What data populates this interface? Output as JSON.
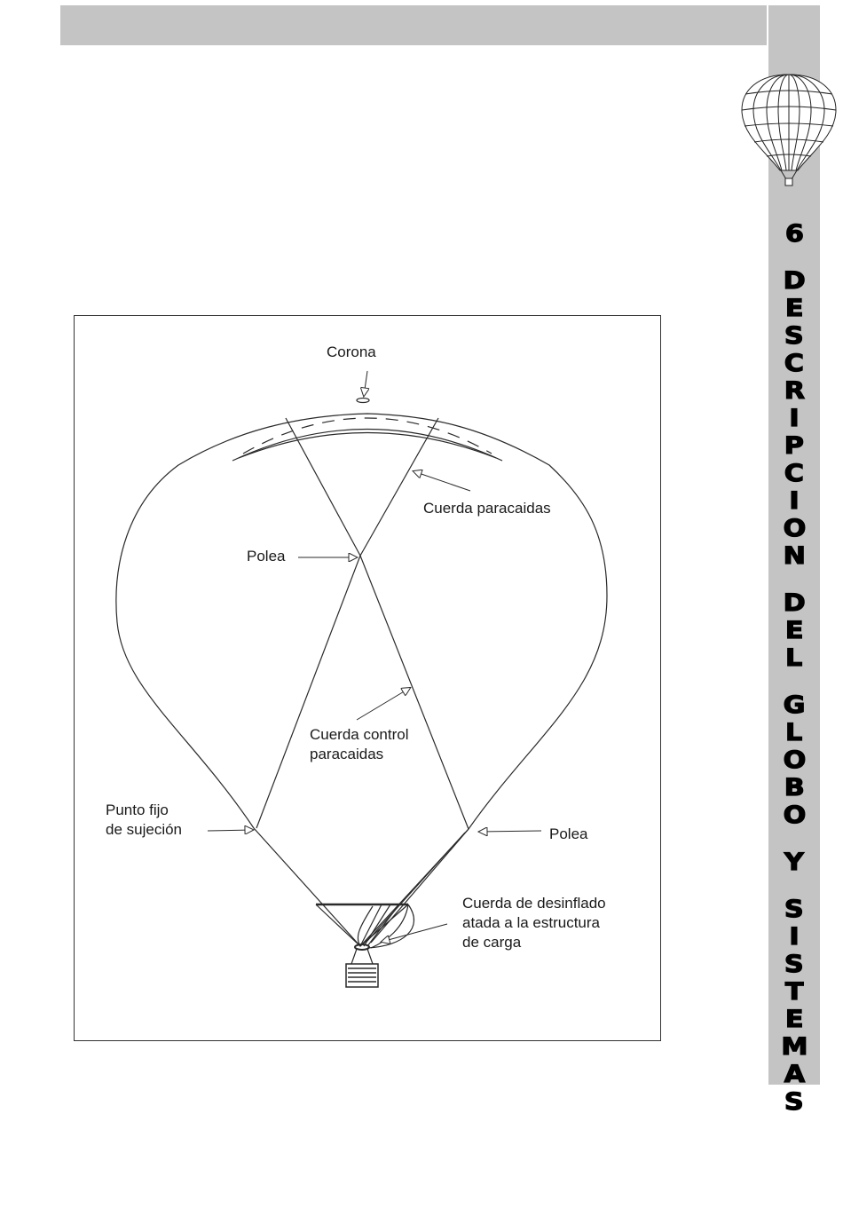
{
  "side_title": {
    "words": [
      "6",
      "DESCRIPCION",
      "DEL",
      "GLOBO",
      "Y",
      "SISTEMAS"
    ]
  },
  "figure": {
    "labels": {
      "corona": "Corona",
      "cuerda_paracaidas": "Cuerda paracaidas",
      "polea_top": "Polea",
      "cuerda_control": "Cuerda control\nparacaidas",
      "punto_fijo": "Punto fijo\nde sujeción",
      "polea_bottom": "Polea",
      "cuerda_desinflado": "Cuerda de desinflado\natada a la estructura\nde carga"
    }
  },
  "colors": {
    "bar_gray": "#c4c4c4",
    "line": "#2a2a2a"
  }
}
